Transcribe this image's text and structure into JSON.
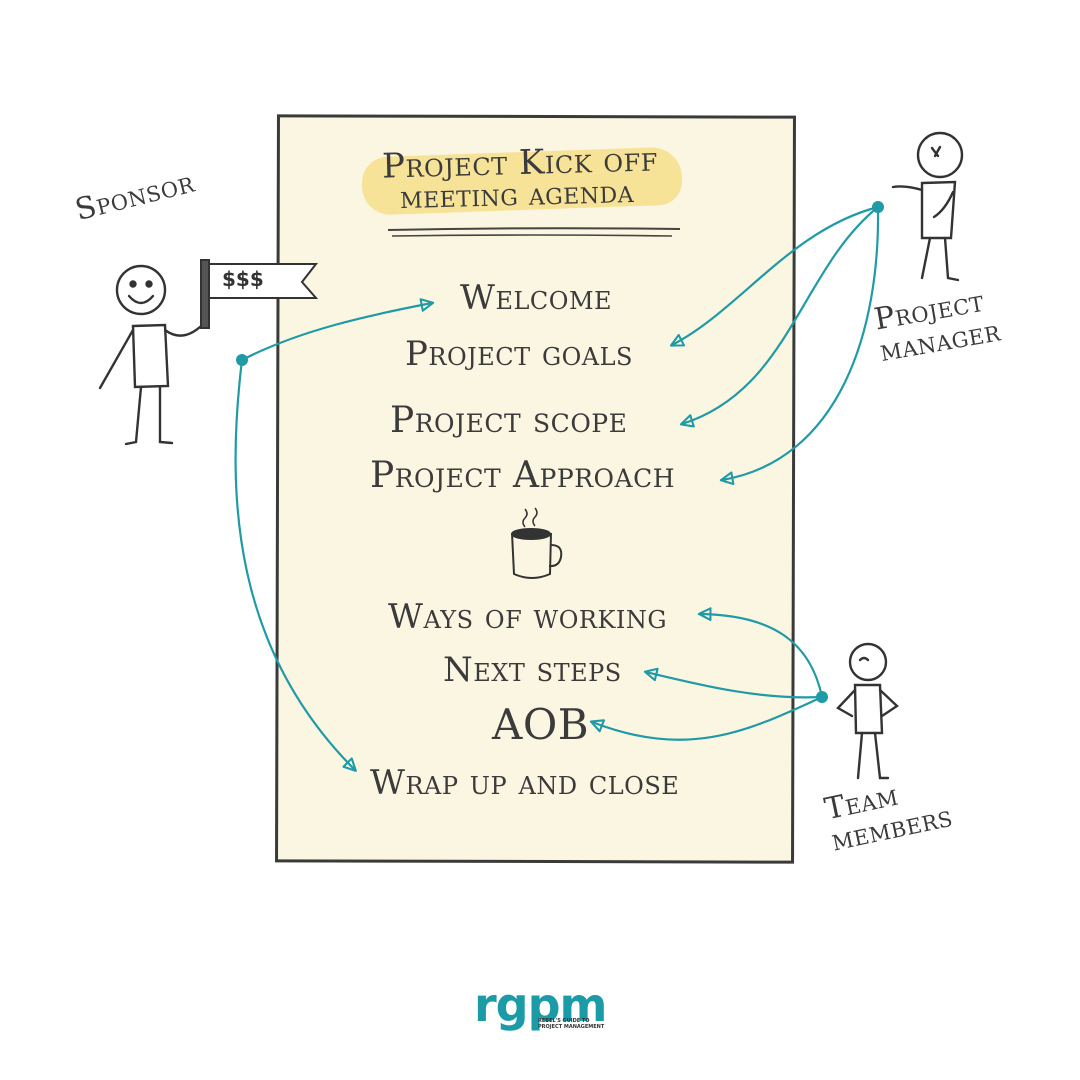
{
  "title": {
    "line1": "Project Kick off",
    "line2": "meeting agenda"
  },
  "agenda": {
    "welcome": "Welcome",
    "goals": "Project goals",
    "scope": "Project scope",
    "approach": "Project Approach",
    "ways": "Ways of working",
    "next": "Next steps",
    "aob": "AOB",
    "wrap": "Wrap up and close"
  },
  "roles": {
    "sponsor": "Sponsor",
    "pm_line1": "Project",
    "pm_line2": "manager",
    "team_line1": "Team",
    "team_line2": "members"
  },
  "flag_text": "$$$",
  "logo": {
    "name": "rgpm",
    "tagline": "REBEL'S GUIDE TO PROJECT MANAGEMENT"
  },
  "colors": {
    "arrow": "#1f9aa6",
    "paper": "#fbf6e2",
    "highlight": "#f5df8a",
    "ink": "#3b3b3b"
  },
  "icons": [
    "coffee-mug-icon",
    "flag-icon",
    "stick-figure-sponsor",
    "stick-figure-project-manager",
    "stick-figure-team-member"
  ]
}
